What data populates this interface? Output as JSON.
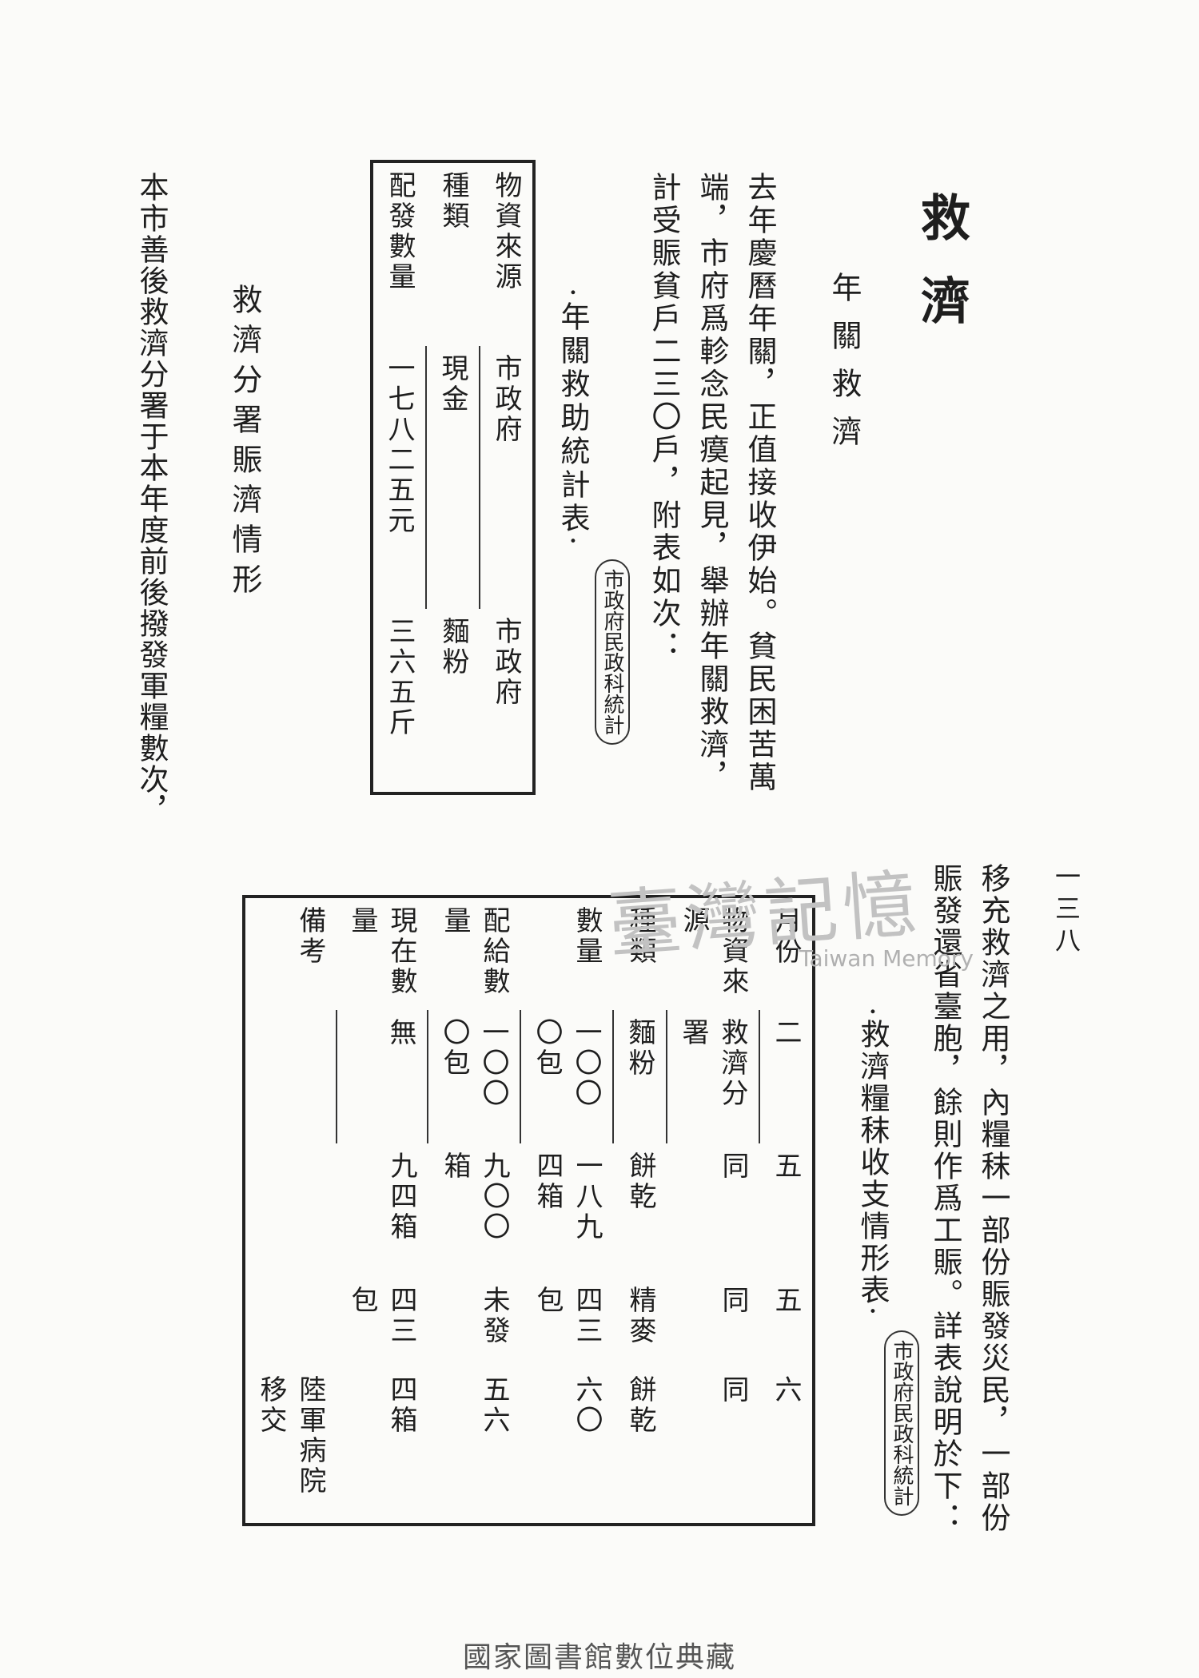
{
  "page_title": "救濟",
  "section1": {
    "heading": "年關救濟",
    "paragraph": "去年慶曆年關，正值接收伊始。貧民困苦萬端，市府爲軫念民瘼起見，舉辦年關救濟，計受賑貧戶二三〇戶，附表如次：",
    "table_caption": "·年關救助統計表·",
    "table_note": "市政府民政科統計",
    "table": {
      "headers": [
        "物資來源",
        "種類",
        "配發數量"
      ],
      "rows": [
        [
          "市政府",
          "現金",
          "一七八二五元"
        ],
        [
          "市政府",
          "麵粉",
          "三六五斤"
        ]
      ]
    }
  },
  "section2": {
    "heading": "救濟分署賑濟情形",
    "paragraph_start": "本市善後救濟分署于本年度前後撥發軍糧數次，",
    "page_number": "一三八",
    "paragraph_cont": "移充救濟之用，內糧秣一部份賑發災民，一部份賑發還省臺胞，餘則作爲工賑。詳表說明於下：",
    "table_caption": "·救濟糧秣收支情形表·",
    "table_note": "市政府民政科統計",
    "table": {
      "headers": [
        "月份",
        "物資來源",
        "種類",
        "數量",
        "配給數量",
        "現在數量",
        "備考"
      ],
      "rows": [
        [
          "二",
          "救濟分署",
          "麵粉",
          "一〇〇〇包",
          "一〇〇〇包",
          "無",
          ""
        ],
        [
          "五",
          "同",
          "餅乾",
          "一八九四箱",
          "九〇〇箱",
          "九四箱",
          ""
        ],
        [
          "五",
          "同",
          "精麥",
          "四三包",
          "未發",
          "四三包",
          ""
        ],
        [
          "六",
          "同",
          "餅乾",
          "六〇",
          "五六",
          "四箱",
          "陸軍病院移交"
        ]
      ]
    }
  },
  "watermark": "臺灣記憶",
  "watermark_en": "Taiwan Memory",
  "footer": "國家圖書館數位典藏"
}
